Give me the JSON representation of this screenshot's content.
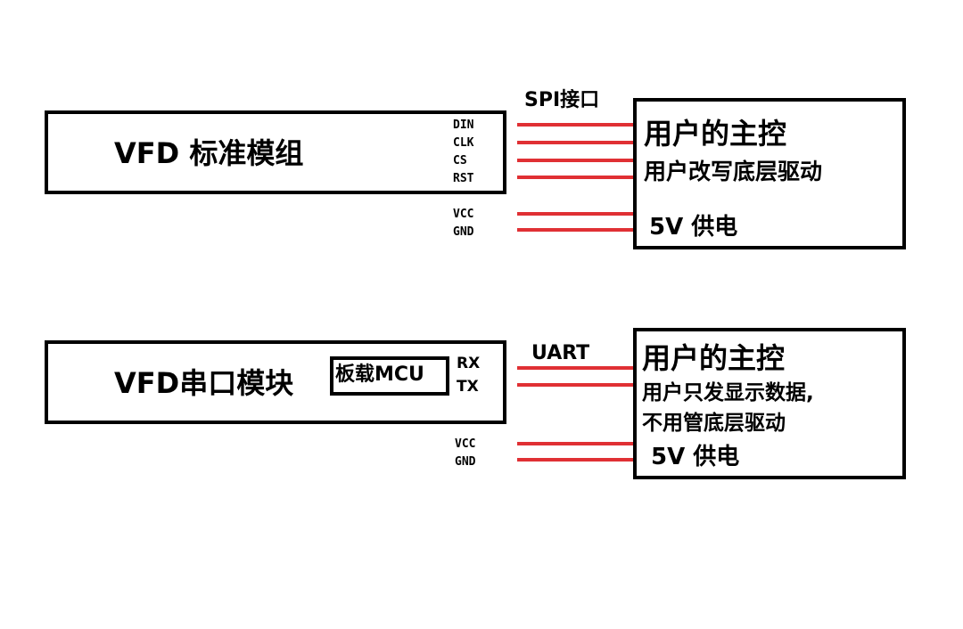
{
  "colors": {
    "wire": "#e03034",
    "outline": "#000000",
    "background": "#ffffff"
  },
  "spi_section": {
    "module": {
      "title": "VFD 标准模组",
      "pins": [
        "DIN",
        "CLK",
        "CS",
        "RST"
      ],
      "power_pins": [
        "VCC",
        "GND"
      ]
    },
    "bus_label": "SPI接口",
    "host": {
      "title": "用户的主控",
      "description": "用户改写底层驱动",
      "power": "5V 供电"
    }
  },
  "uart_section": {
    "module": {
      "title": "VFD串口模块",
      "mcu_label": "板载MCU",
      "pins": [
        "RX",
        "TX"
      ],
      "power_pins": [
        "VCC",
        "GND"
      ]
    },
    "bus_label": "UART",
    "host": {
      "title": "用户的主控",
      "description_line1": "用户只发显示数据,",
      "description_line2": "不用管底层驱动",
      "power": "5V 供电"
    }
  }
}
